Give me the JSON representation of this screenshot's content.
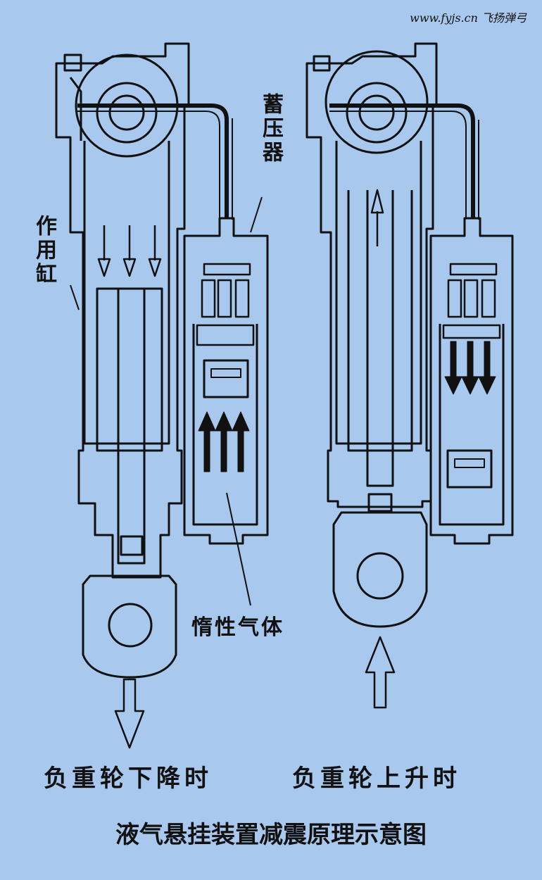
{
  "watermark": "www.fyjs.cn 飞扬弹弓",
  "labels": {
    "accumulator": "蓄压器",
    "actuator_cylinder": "作用缸",
    "inert_gas": "惰性气体"
  },
  "captions": {
    "left": "负重轮下降时",
    "right": "负重轮上升时"
  },
  "title": "液气悬挂装置减震原理示意图",
  "colors": {
    "background": "#a8c8ee",
    "line": "#111111"
  }
}
